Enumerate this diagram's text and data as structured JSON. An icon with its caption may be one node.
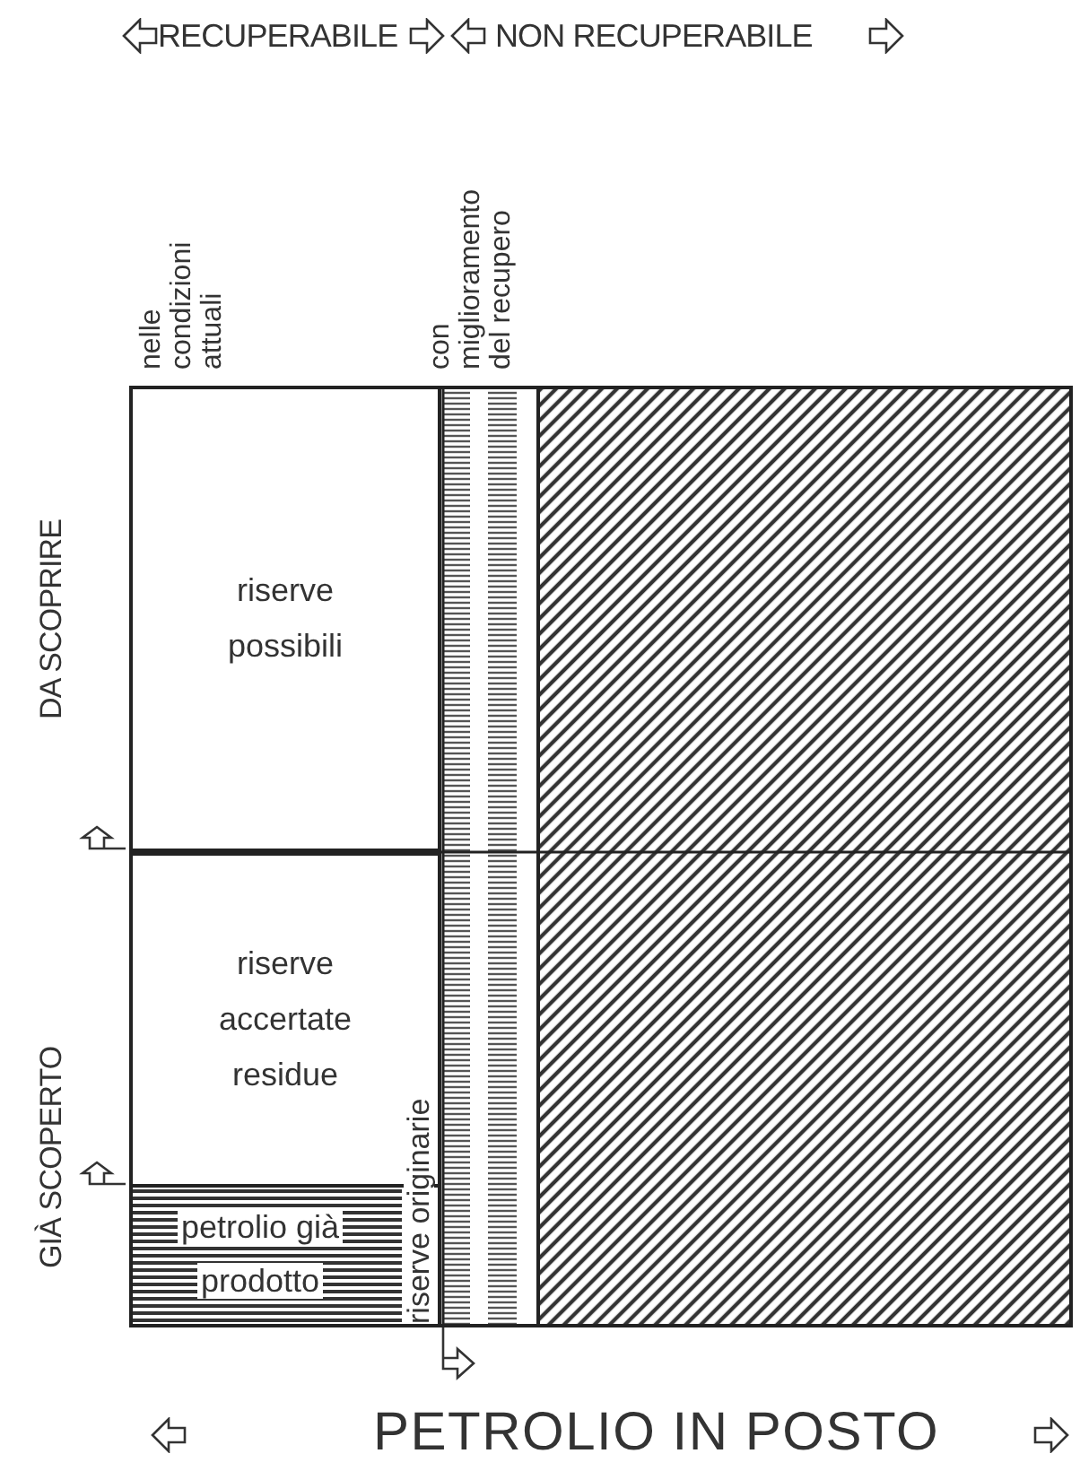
{
  "diagram": {
    "nodes": [
      {
        "text": [
          "riserve possibili"
        ]
      },
      {
        "text": [
          "riserve accertate residue"
        ]
      },
      {
        "text": [
          "petrolio già prodotto"
        ]
      }
    ],
    "labels": [
      "RECUPERABILE",
      "NON RECUPERABILE",
      "nelle condizioni attuali",
      "con miglioramento del recupero",
      "DA SCOPRIRE",
      "GIÀ SCOPERTO",
      "riserve originarie",
      "PETROLIO IN POSTO"
    ]
  }
}
